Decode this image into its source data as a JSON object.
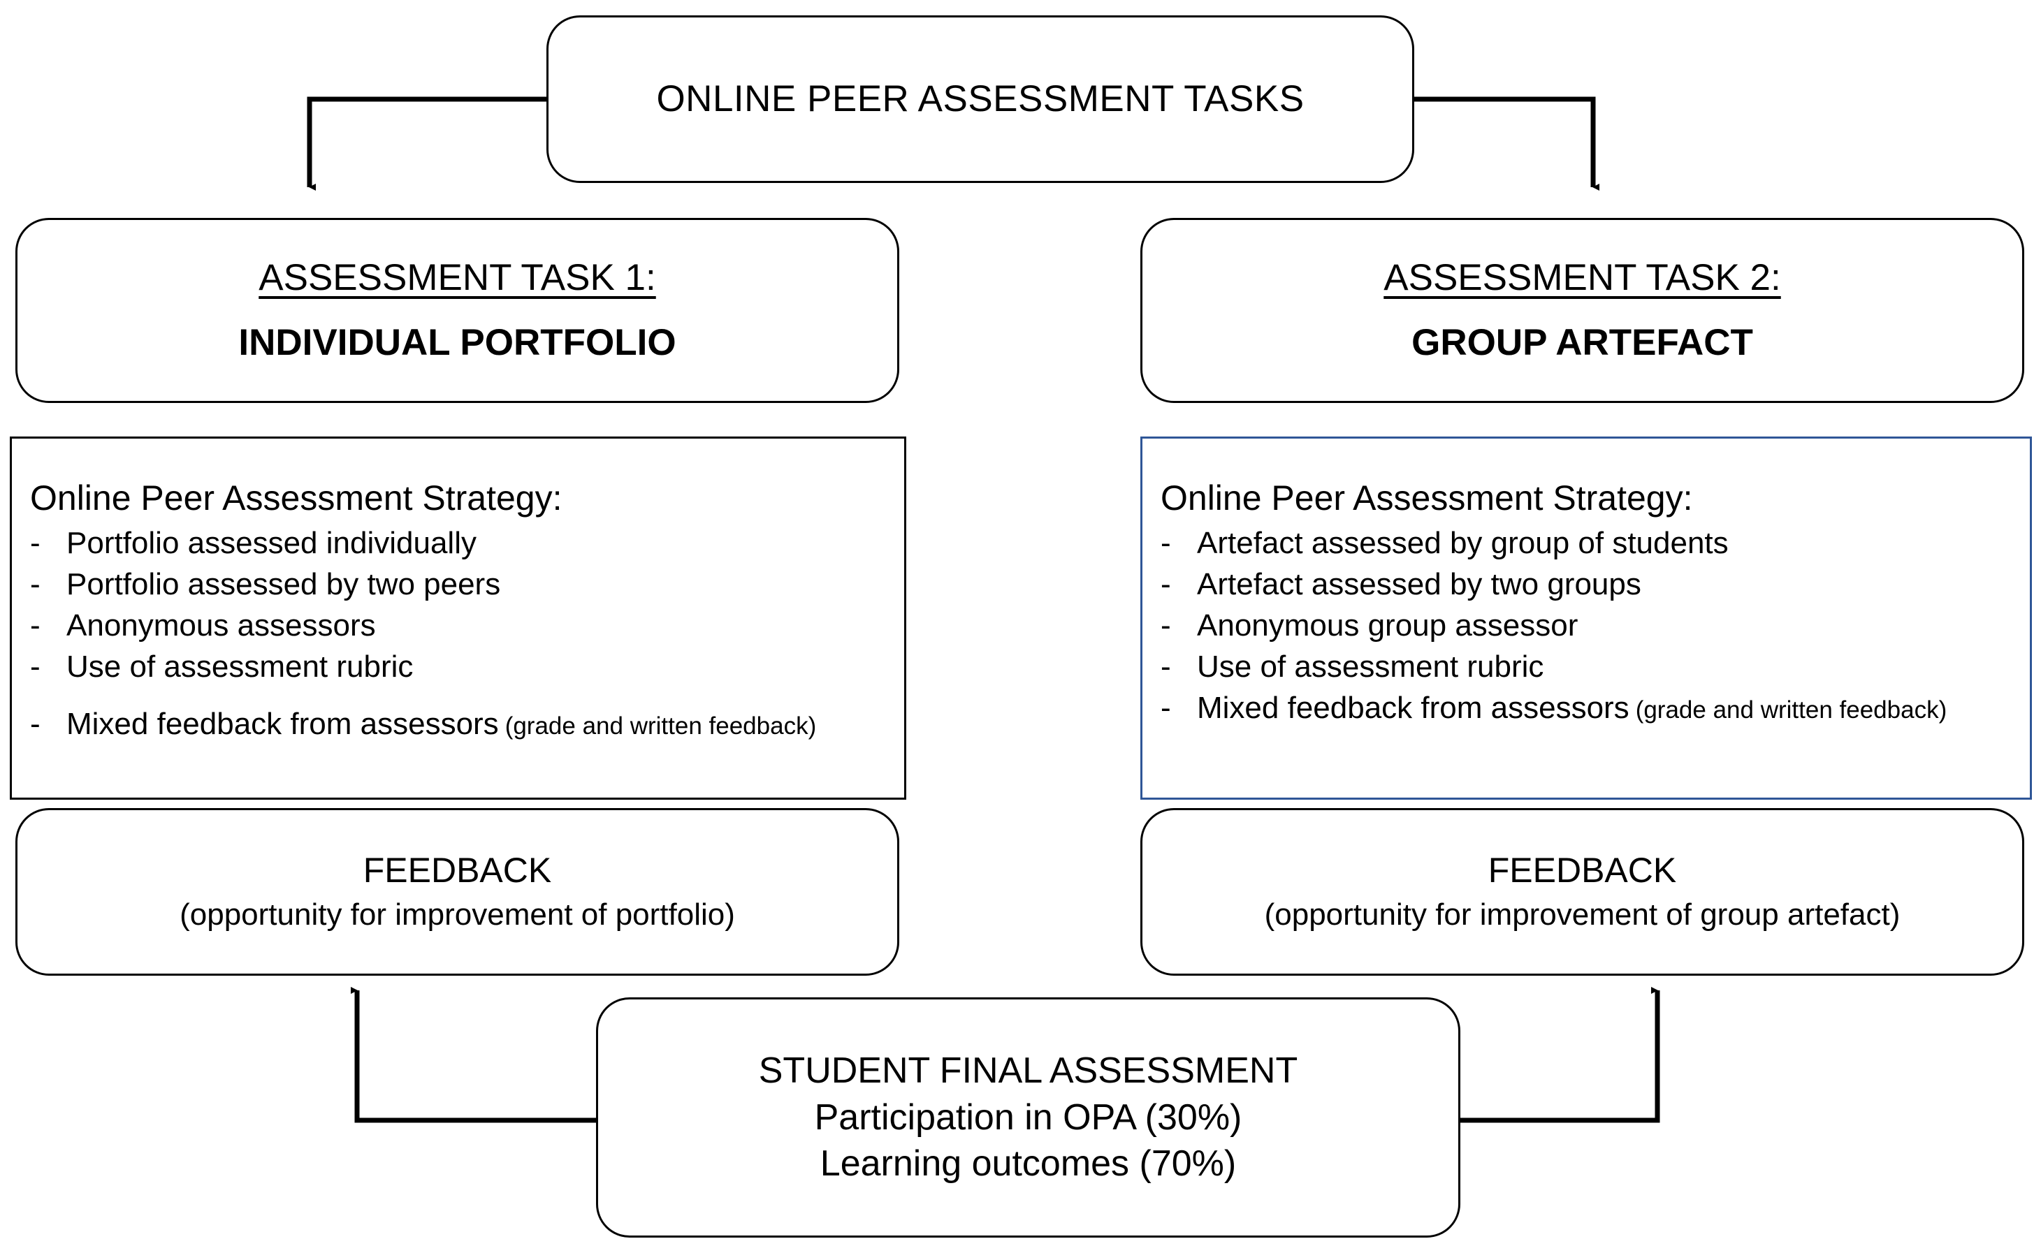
{
  "diagram": {
    "title_box": {
      "label": "ONLINE PEER ASSESSMENT TASKS"
    },
    "tasks": [
      {
        "heading": "ASSESSMENT TASK 1:",
        "subtitle": "INDIVIDUAL PORTFOLIO",
        "strategy": {
          "heading": "Online Peer Assessment Strategy:",
          "marker": "-",
          "items": [
            {
              "text": "Portfolio assessed individually",
              "note": ""
            },
            {
              "text": "Portfolio assessed by two peers",
              "note": ""
            },
            {
              "text": "Anonymous assessors",
              "note": ""
            },
            {
              "text": "Use of assessment rubric",
              "note": ""
            },
            {
              "text": "Mixed feedback from assessors",
              "note": "(grade and written feedback)"
            }
          ]
        },
        "feedback": {
          "heading": "FEEDBACK",
          "subtitle": "(opportunity for improvement of portfolio)"
        }
      },
      {
        "heading": "ASSESSMENT TASK 2:",
        "subtitle": "GROUP ARTEFACT",
        "strategy": {
          "heading": "Online Peer Assessment Strategy:",
          "marker": "-",
          "items": [
            {
              "text": "Artefact assessed by group of students",
              "note": ""
            },
            {
              "text": "Artefact assessed by two groups",
              "note": ""
            },
            {
              "text": "Anonymous group assessor",
              "note": ""
            },
            {
              "text": "Use of assessment rubric",
              "note": ""
            },
            {
              "text": "Mixed feedback from assessors",
              "note": "(grade and written feedback)"
            }
          ]
        },
        "feedback": {
          "heading": "FEEDBACK",
          "subtitle": "(opportunity for improvement of group artefact)"
        }
      }
    ],
    "final_box": {
      "line1": "STUDENT FINAL ASSESSMENT",
      "line2": "Participation in OPA (30%)",
      "line3": "Learning outcomes (70%)"
    },
    "colors": {
      "stroke": "#000000",
      "accent_blue": "#2f5697",
      "background": "#ffffff"
    }
  }
}
